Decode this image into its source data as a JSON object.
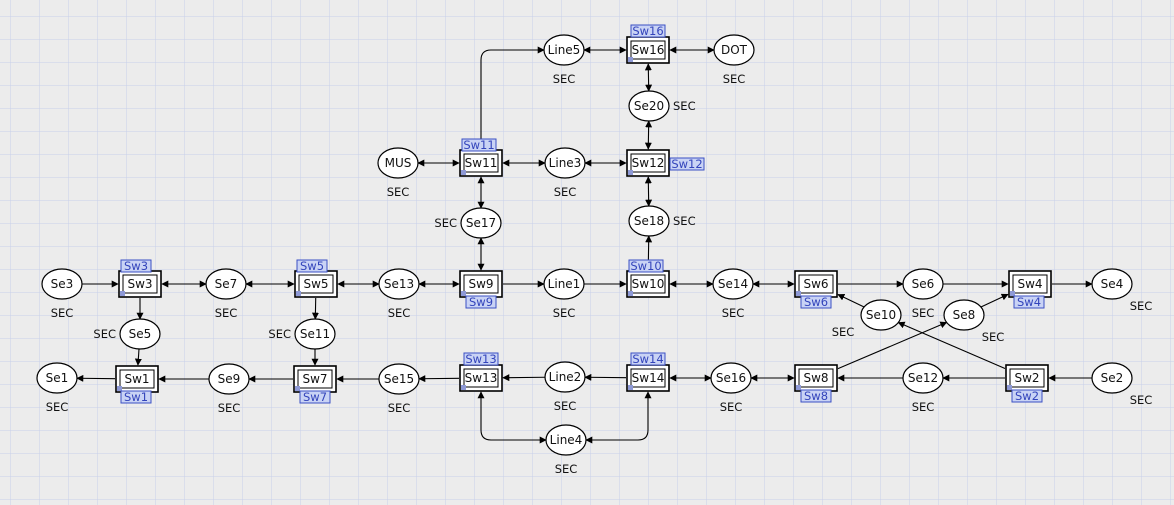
{
  "colors": {
    "background": "#ececec",
    "grid": "#c8d0ea",
    "stroke": "#000000",
    "node_fill": "#ffffff",
    "tag_fill": "#c9d3f5",
    "tag_stroke": "#3a4fc4",
    "tag_text": "#3344bb"
  },
  "places": [
    {
      "id": "Se3",
      "label": "Se3",
      "caption": "SEC"
    },
    {
      "id": "Se7",
      "label": "Se7",
      "caption": "SEC"
    },
    {
      "id": "Se13",
      "label": "Se13",
      "caption": "SEC"
    },
    {
      "id": "Line1",
      "label": "Line1",
      "caption": "SEC"
    },
    {
      "id": "Se14",
      "label": "Se14",
      "caption": "SEC"
    },
    {
      "id": "Se6",
      "label": "Se6",
      "caption": "SEC"
    },
    {
      "id": "Se4",
      "label": "Se4",
      "caption": "SEC"
    },
    {
      "id": "Se5",
      "label": "Se5",
      "caption": "SEC"
    },
    {
      "id": "Se11",
      "label": "Se11",
      "caption": "SEC"
    },
    {
      "id": "Se10",
      "label": "Se10",
      "caption": "SEC"
    },
    {
      "id": "Se8",
      "label": "Se8",
      "caption": "SEC"
    },
    {
      "id": "Se1",
      "label": "Se1",
      "caption": "SEC"
    },
    {
      "id": "Se9",
      "label": "Se9",
      "caption": "SEC"
    },
    {
      "id": "Se15",
      "label": "Se15",
      "caption": "SEC"
    },
    {
      "id": "Line2",
      "label": "Line2",
      "caption": "SEC"
    },
    {
      "id": "Se16",
      "label": "Se16",
      "caption": "SEC"
    },
    {
      "id": "Se12",
      "label": "Se12",
      "caption": "SEC"
    },
    {
      "id": "Se2",
      "label": "Se2",
      "caption": "SEC"
    },
    {
      "id": "Line4",
      "label": "Line4",
      "caption": "SEC"
    },
    {
      "id": "MUS",
      "label": "MUS",
      "caption": "SEC"
    },
    {
      "id": "Line3",
      "label": "Line3",
      "caption": "SEC"
    },
    {
      "id": "Line5",
      "label": "Line5",
      "caption": "SEC"
    },
    {
      "id": "DOT",
      "label": "DOT",
      "caption": "SEC"
    },
    {
      "id": "Se20",
      "label": "Se20",
      "caption": "SEC"
    },
    {
      "id": "Se17",
      "label": "Se17",
      "caption": "SEC"
    },
    {
      "id": "Se18",
      "label": "Se18",
      "caption": "SEC"
    }
  ],
  "transitions": [
    {
      "id": "Sw3",
      "label": "Sw3",
      "tag": "Sw3"
    },
    {
      "id": "Sw5",
      "label": "Sw5",
      "tag": "Sw5"
    },
    {
      "id": "Sw9",
      "label": "Sw9",
      "tag": "Sw9"
    },
    {
      "id": "Sw10",
      "label": "Sw10",
      "tag": "Sw10"
    },
    {
      "id": "Sw6",
      "label": "Sw6",
      "tag": "Sw6"
    },
    {
      "id": "Sw4",
      "label": "Sw4",
      "tag": "Sw4"
    },
    {
      "id": "Sw1",
      "label": "Sw1",
      "tag": "Sw1"
    },
    {
      "id": "Sw7",
      "label": "Sw7",
      "tag": "Sw7"
    },
    {
      "id": "Sw13",
      "label": "Sw13",
      "tag": "Sw13"
    },
    {
      "id": "Sw14",
      "label": "Sw14",
      "tag": "Sw14"
    },
    {
      "id": "Sw8",
      "label": "Sw8",
      "tag": "Sw8"
    },
    {
      "id": "Sw2",
      "label": "Sw2",
      "tag": "Sw2"
    },
    {
      "id": "Sw11",
      "label": "Sw11",
      "tag": "Sw11"
    },
    {
      "id": "Sw12",
      "label": "Sw12",
      "tag": "Sw12"
    },
    {
      "id": "Sw16",
      "label": "Sw16",
      "tag": "Sw16"
    }
  ],
  "arcs": [
    {
      "from": "Se3",
      "to": "Sw3",
      "bi": false
    },
    {
      "from": "Sw3",
      "to": "Se7",
      "bi": true
    },
    {
      "from": "Se7",
      "to": "Sw5",
      "bi": true
    },
    {
      "from": "Sw5",
      "to": "Se13",
      "bi": true
    },
    {
      "from": "Se13",
      "to": "Sw9",
      "bi": true
    },
    {
      "from": "Sw9",
      "to": "Line1",
      "bi": false
    },
    {
      "from": "Line1",
      "to": "Sw10",
      "bi": false
    },
    {
      "from": "Sw10",
      "to": "Se14",
      "bi": true
    },
    {
      "from": "Se14",
      "to": "Sw6",
      "bi": true
    },
    {
      "from": "Sw6",
      "to": "Se6",
      "bi": false
    },
    {
      "from": "Se6",
      "to": "Sw4",
      "bi": false
    },
    {
      "from": "Sw4",
      "to": "Se4",
      "bi": false
    },
    {
      "from": "Sw3",
      "to": "Se5",
      "bi": false
    },
    {
      "from": "Se5",
      "to": "Sw1",
      "bi": false
    },
    {
      "from": "Sw5",
      "to": "Se11",
      "bi": false
    },
    {
      "from": "Se11",
      "to": "Sw7",
      "bi": false
    },
    {
      "from": "Sw1",
      "to": "Se1",
      "bi": false
    },
    {
      "from": "Se9",
      "to": "Sw1",
      "bi": false
    },
    {
      "from": "Sw7",
      "to": "Se9",
      "bi": false
    },
    {
      "from": "Se15",
      "to": "Sw7",
      "bi": false
    },
    {
      "from": "Sw13",
      "to": "Se15",
      "bi": false
    },
    {
      "from": "Line2",
      "to": "Sw13",
      "bi": false
    },
    {
      "from": "Sw14",
      "to": "Line2",
      "bi": false
    },
    {
      "from": "Se16",
      "to": "Sw14",
      "bi": true
    },
    {
      "from": "Sw8",
      "to": "Se16",
      "bi": true
    },
    {
      "from": "Se12",
      "to": "Sw8",
      "bi": false
    },
    {
      "from": "Sw2",
      "to": "Se12",
      "bi": false
    },
    {
      "from": "Se2",
      "to": "Sw2",
      "bi": false
    },
    {
      "from": "Sw8",
      "to": "Se8",
      "bi": false
    },
    {
      "from": "Se8",
      "to": "Sw4",
      "bi": false
    },
    {
      "from": "Sw2",
      "to": "Se10",
      "bi": false
    },
    {
      "from": "Se10",
      "to": "Sw6",
      "bi": false
    },
    {
      "from": "Sw13",
      "to": "Line4",
      "bi": true,
      "route": "down-left"
    },
    {
      "from": "Line4",
      "to": "Sw14",
      "bi": true,
      "route": "right-up"
    },
    {
      "from": "MUS",
      "to": "Sw11",
      "bi": true
    },
    {
      "from": "Sw11",
      "to": "Line3",
      "bi": true
    },
    {
      "from": "Line3",
      "to": "Sw12",
      "bi": true
    },
    {
      "from": "Sw11",
      "to": "Line5",
      "bi": false,
      "route": "up-right"
    },
    {
      "from": "Line5",
      "to": "Sw16",
      "bi": true
    },
    {
      "from": "Sw16",
      "to": "DOT",
      "bi": true
    },
    {
      "from": "Sw16",
      "to": "Se20",
      "bi": true
    },
    {
      "from": "Se20",
      "to": "Sw12",
      "bi": true
    },
    {
      "from": "Sw11",
      "to": "Se17",
      "bi": true
    },
    {
      "from": "Se17",
      "to": "Sw9",
      "bi": true
    },
    {
      "from": "Sw12",
      "to": "Se18",
      "bi": true
    },
    {
      "from": "Se18",
      "to": "Sw10",
      "bi": true
    }
  ]
}
